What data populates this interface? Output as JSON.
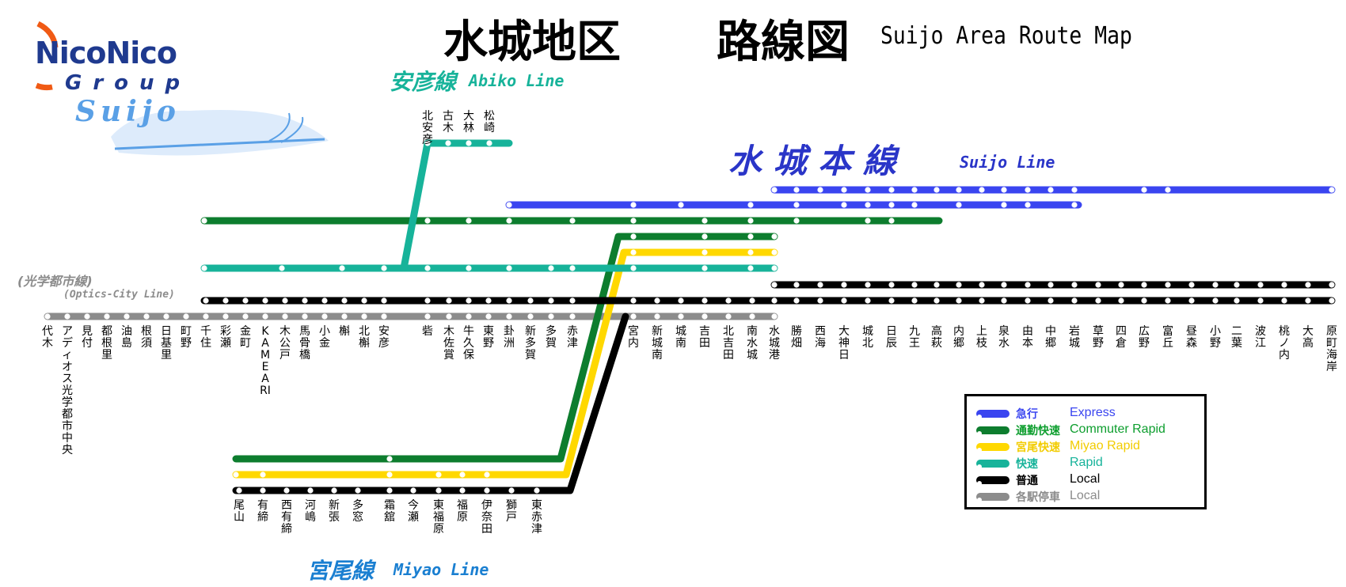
{
  "title": {
    "jp_left": "水城地区",
    "jp_right": "路線図",
    "en": "Suijo Area  Route Map"
  },
  "logo": {
    "brand": "NicoNico",
    "group": "Group",
    "area": "Suijo"
  },
  "line_labels": {
    "abiko_jp": "安彦線",
    "abiko_en": "Abiko Line",
    "suijo_jp": "水 城 本 線",
    "suijo_en": "Suijo Line",
    "miyao_jp": "宮尾線",
    "miyao_en": "Miyao Line",
    "optics_jp": "(光学都市線)",
    "optics_en": "(Optics-City Line)"
  },
  "colors": {
    "express": "#3a45f0",
    "commuter_rapid": "#0d7d2e",
    "miyao_rapid": "#ffd800",
    "rapid": "#17b39a",
    "local": "#000000",
    "local_all": "#8c8c8c"
  },
  "legend": [
    {
      "jp": "急行",
      "en": "Express",
      "color": "#3a45f0",
      "text_color": "#3a45f0"
    },
    {
      "jp": "通勤快速",
      "en": "Commuter Rapid",
      "color": "#0d7d2e",
      "text_color": "#0d9e2e"
    },
    {
      "jp": "宮尾快速",
      "en": "Miyao Rapid",
      "color": "#ffd800",
      "text_color": "#f2cc00"
    },
    {
      "jp": "快速",
      "en": "Rapid",
      "color": "#17b39a",
      "text_color": "#17b39a"
    },
    {
      "jp": "普通",
      "en": "Local",
      "color": "#000000",
      "text_color": "#000000"
    },
    {
      "jp": "各駅停車",
      "en": "Local",
      "color": "#8c8c8c",
      "text_color": "#8c8c8c"
    }
  ],
  "main_stations": [
    "代木",
    "アディオス光学都市中央",
    "見付",
    "都根里",
    "油島",
    "根須",
    "日基里",
    "町野",
    "千住",
    "彩瀬",
    "金町",
    "KAMEARI",
    "木公戸",
    "馬骨橋",
    "小金",
    "槲",
    "北槲",
    "安彦",
    "砦",
    "木佐賞",
    "牛久保",
    "東野",
    "卦洲",
    "新多賀",
    "多賀",
    "赤津",
    "宮内",
    "新城南",
    "城南",
    "吉田",
    "北吉田",
    "南水城",
    "水城港",
    "勝畑",
    "西海",
    "大神日",
    "城北",
    "日辰",
    "九王",
    "高萩",
    "内郷",
    "上枝",
    "泉水",
    "由本",
    "中郷",
    "岩城",
    "草野",
    "四倉",
    "広野",
    "富丘",
    "昼森",
    "小野",
    "二葉",
    "波江",
    "桃ノ内",
    "大高",
    "原町海岸"
  ],
  "abiko_stations": [
    "北安彦",
    "古木",
    "大林",
    "松崎"
  ],
  "miyao_stations": [
    "尾山",
    "有締",
    "西有締",
    "河嶋",
    "新張",
    "多窓",
    "霜舘",
    "今瀬",
    "東福原",
    "福原",
    "伊奈田",
    "獅戸",
    "東赤津"
  ]
}
